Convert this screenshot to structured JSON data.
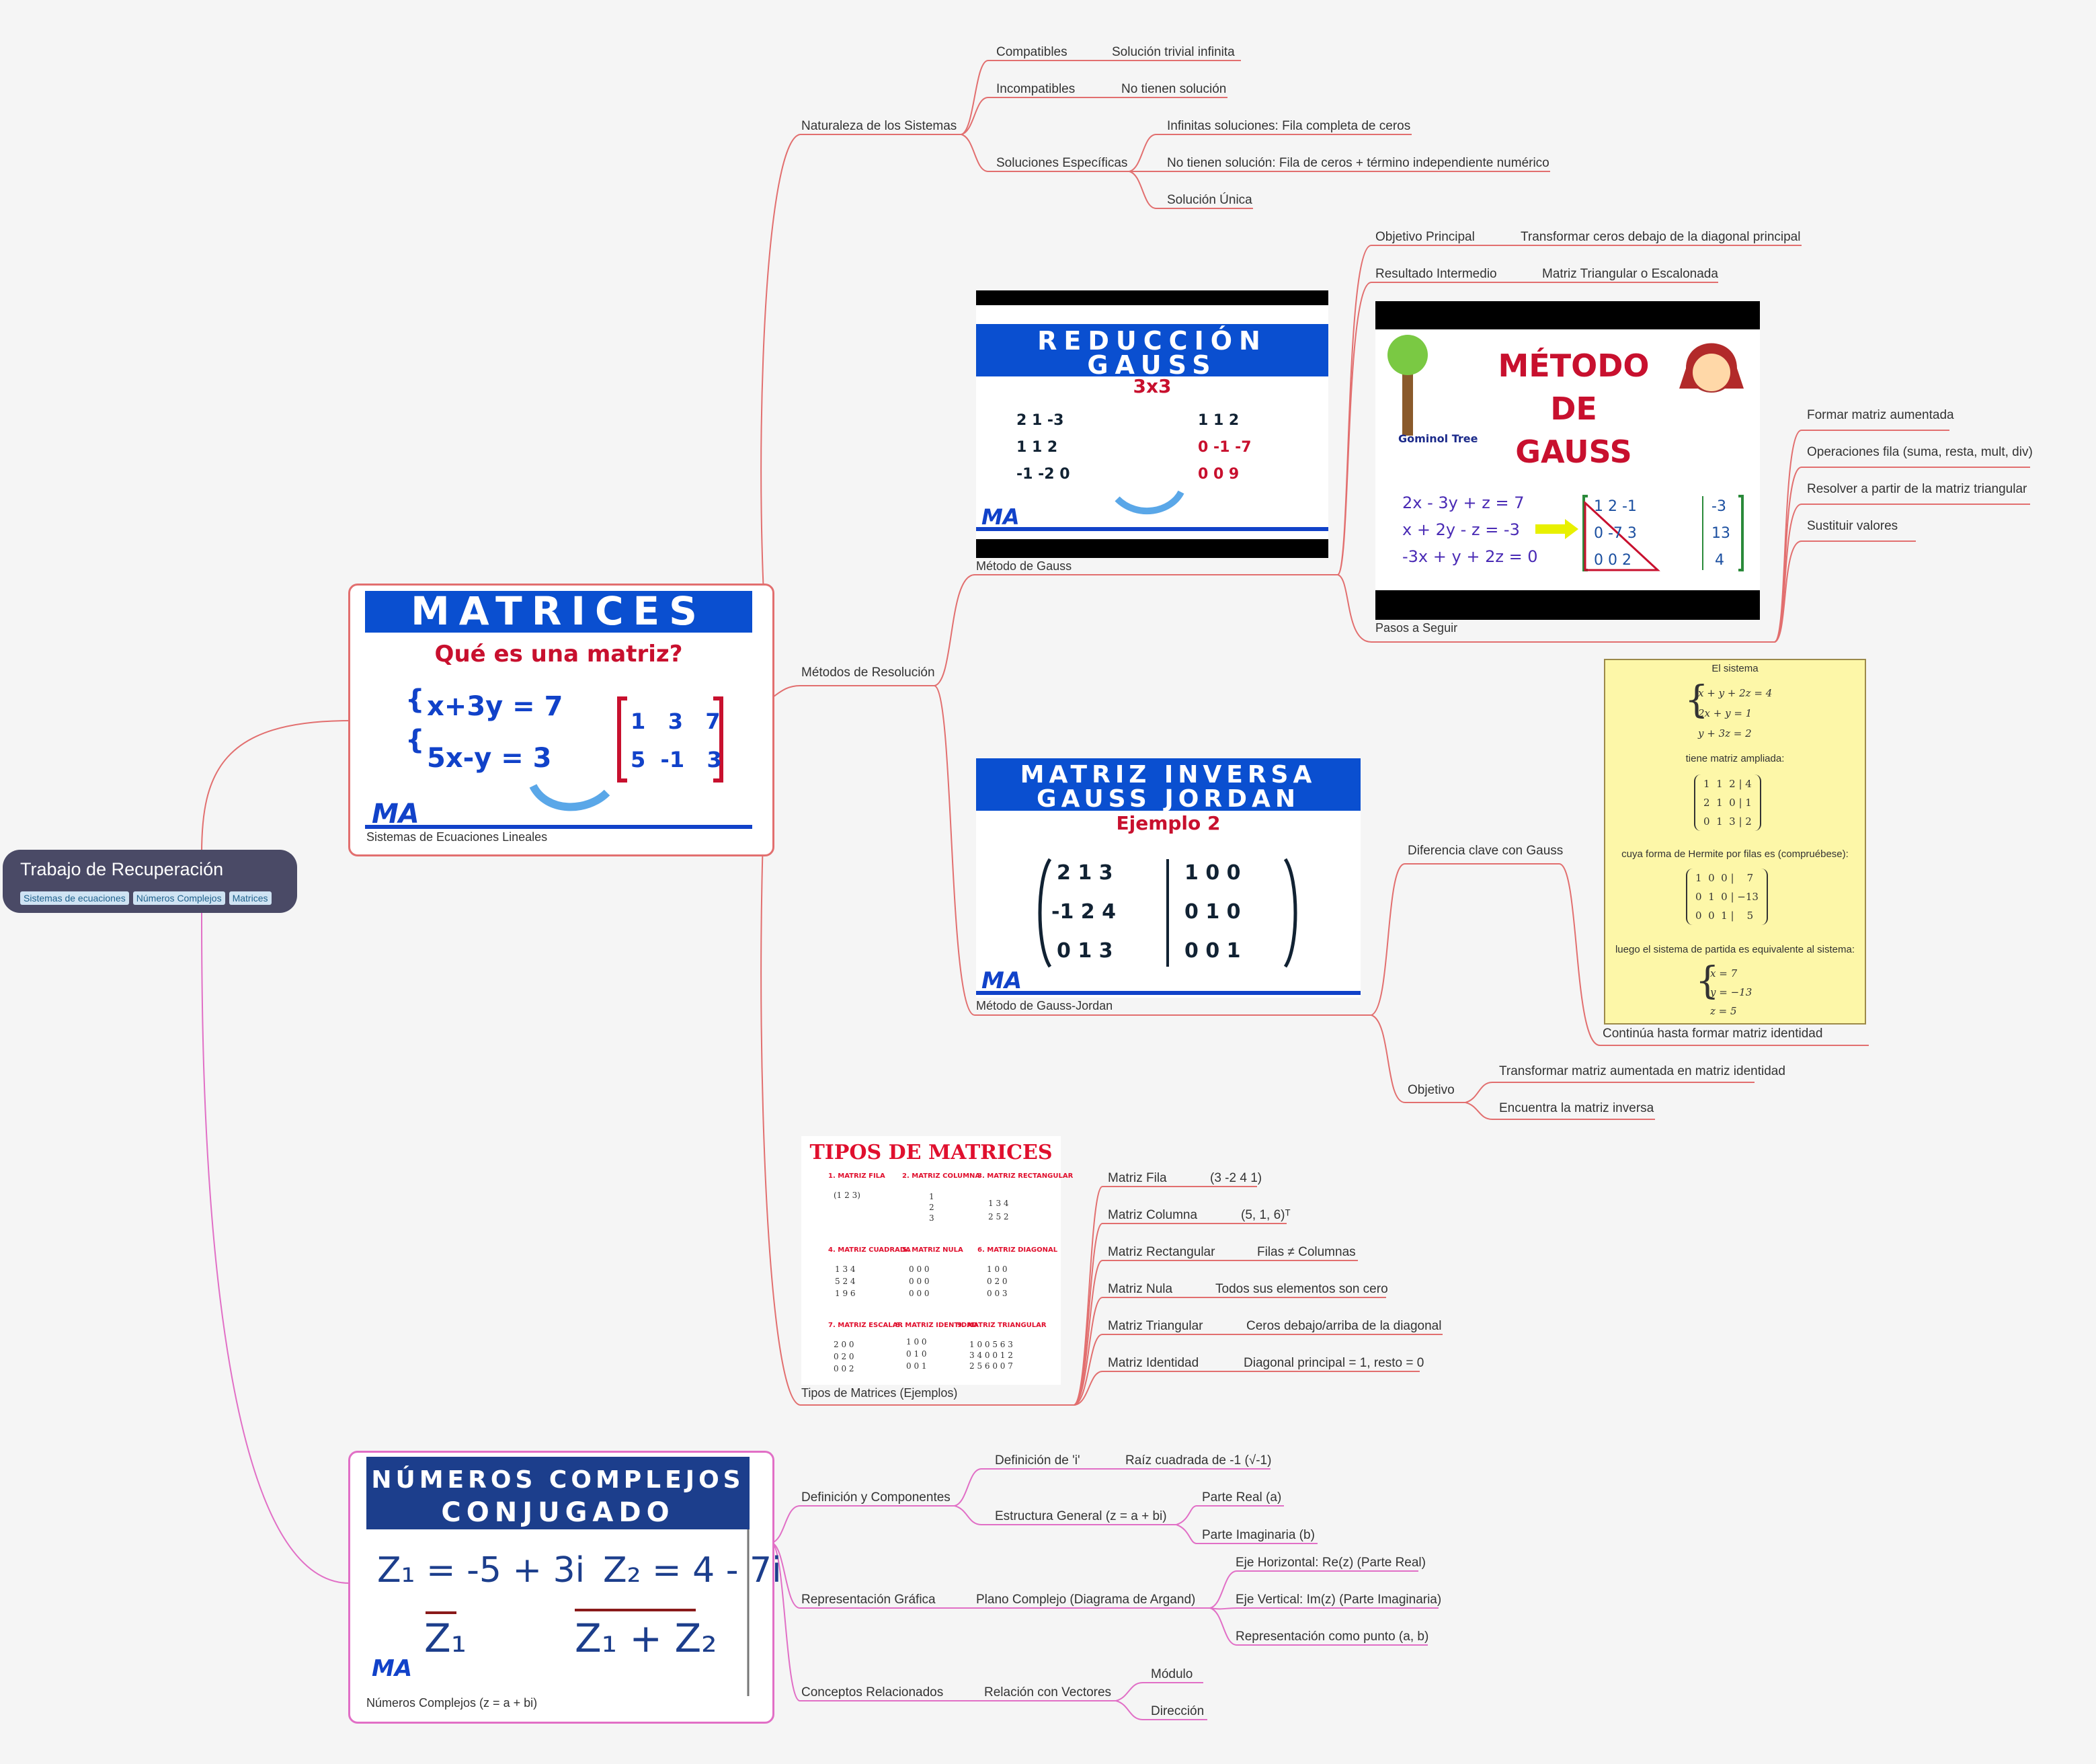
{
  "root": {
    "title": "Trabajo de Recuperación",
    "tags": [
      "Sistemas de ecuaciones",
      "Números Complejos",
      "Matrices"
    ]
  },
  "matrices": {
    "caption": "Sistemas de Ecuaciones Lineales",
    "banner": "MATRICES",
    "subtitle": "Qué es una matriz?",
    "eq1": "x+3y = 7",
    "eq2": "5x-y = 3",
    "m_row1": "1   3   7",
    "m_row2": "5  -1   3",
    "naturaleza": {
      "label": "Naturaleza de los Sistemas",
      "compatibles": "Compatibles",
      "compatibles_val": "Solución trivial infinita",
      "incompatibles": "Incompatibles",
      "incompatibles_val": "No tienen solución",
      "especificas": "Soluciones Específicas",
      "esp_1": "Infinitas soluciones: Fila completa de ceros",
      "esp_2": "No tienen solución: Fila de ceros + término independiente numérico",
      "esp_3": "Solución Única"
    },
    "metodos": {
      "label": "Métodos de Resolución",
      "gauss": {
        "caption": "Método de Gauss",
        "banner1": "REDUCCIÓN",
        "banner2": "GAUSS",
        "sub": "3x3",
        "objetivo": "Objetivo Principal",
        "objetivo_val": "Transformar ceros debajo de la diagonal principal",
        "resultado": "Resultado Intermedio",
        "resultado_val": "Matriz Triangular o Escalonada",
        "pasos": "Pasos a Seguir",
        "pasos_title1": "MÉTODO",
        "pasos_title2": "DE",
        "pasos_title3": "GAUSS",
        "pasos_logo": "Gominol Tree",
        "sys1": "2x - 3y + z = 7",
        "sys2": "x + 2y - z = -3",
        "sys3": "-3x + y + 2z = 0",
        "paso_1": "Formar matriz aumentada",
        "paso_2": "Operaciones fila (suma, resta, mult, div)",
        "paso_3": "Resolver a partir de la matriz triangular",
        "paso_4": "Sustituir valores"
      },
      "jordan": {
        "caption": "Método de Gauss-Jordan",
        "banner1": "MATRIZ INVERSA",
        "banner2": "GAUSS JORDAN",
        "sub": "Ejemplo 2",
        "diferencia": "Diferencia clave con Gauss",
        "diferencia_val": "Continúa hasta formar matriz identidad",
        "box_t1": "El sistema",
        "box_t2": "tiene matriz ampliada:",
        "box_t3": "cuya forma de Hermite por filas es (compruébese):",
        "box_t4": "luego el sistema de partida es equivalente al sistema:",
        "box_eq1": "x + y + 2z  =  4",
        "box_eq2": "2x + y  =  1",
        "box_eq3": "y + 3z  =  2",
        "box_sol1": "x  =  7",
        "box_sol2": "y  =  −13",
        "box_sol3": "z  =  5",
        "objetivo": "Objetivo",
        "obj_1": "Transformar matriz aumentada en matriz identidad",
        "obj_2": "Encuentra la matriz inversa"
      }
    },
    "tipos": {
      "caption": "Tipos de Matrices (Ejemplos)",
      "banner": "TIPOS DE MATRICES",
      "fila": "Matriz Fila",
      "fila_val": "(3 -2 4 1)",
      "columna": "Matriz Columna",
      "columna_val": "(5, 1, 6)ᵀ",
      "rect": "Matriz Rectangular",
      "rect_val": "Filas ≠ Columnas",
      "nula": "Matriz Nula",
      "nula_val": "Todos sus elementos son cero",
      "tri": "Matriz Triangular",
      "tri_val": "Ceros debajo/arriba de la diagonal",
      "ident": "Matriz Identidad",
      "ident_val": "Diagonal principal = 1, resto = 0"
    }
  },
  "complejos": {
    "caption": "Números Complejos (z = a + bi)",
    "banner1": "NÚMEROS COMPLEJOS",
    "banner2": "CONJUGADO",
    "z1": "Z₁ = -5 + 3i",
    "z2": "Z₂ = 4 - 7i",
    "z1c": "Z₁",
    "zsum": "Z₁ + Z₂",
    "def": "Definición y Componentes",
    "def_i": "Definición de 'i'",
    "def_i_val": "Raíz cuadrada de -1 (√-1)",
    "estructura": "Estructura General (z = a + bi)",
    "real": "Parte Real (a)",
    "imag": "Parte Imaginaria (b)",
    "rep": "Representación Gráfica",
    "plano": "Plano Complejo (Diagrama de Argand)",
    "eje_h": "Eje Horizontal: Re(z) (Parte Real)",
    "eje_v": "Eje Vertical: Im(z) (Parte Imaginaria)",
    "punto": "Representación como punto (a, b)",
    "conceptos": "Conceptos Relacionados",
    "vectores": "Relación con Vectores",
    "modulo": "Módulo",
    "direccion": "Dirección"
  },
  "colors": {
    "red_branch": "#e26f6f",
    "pink_branch": "#e16fc6",
    "root_bg": "#4a4a66",
    "banner_blue": "#0a4fd0"
  }
}
